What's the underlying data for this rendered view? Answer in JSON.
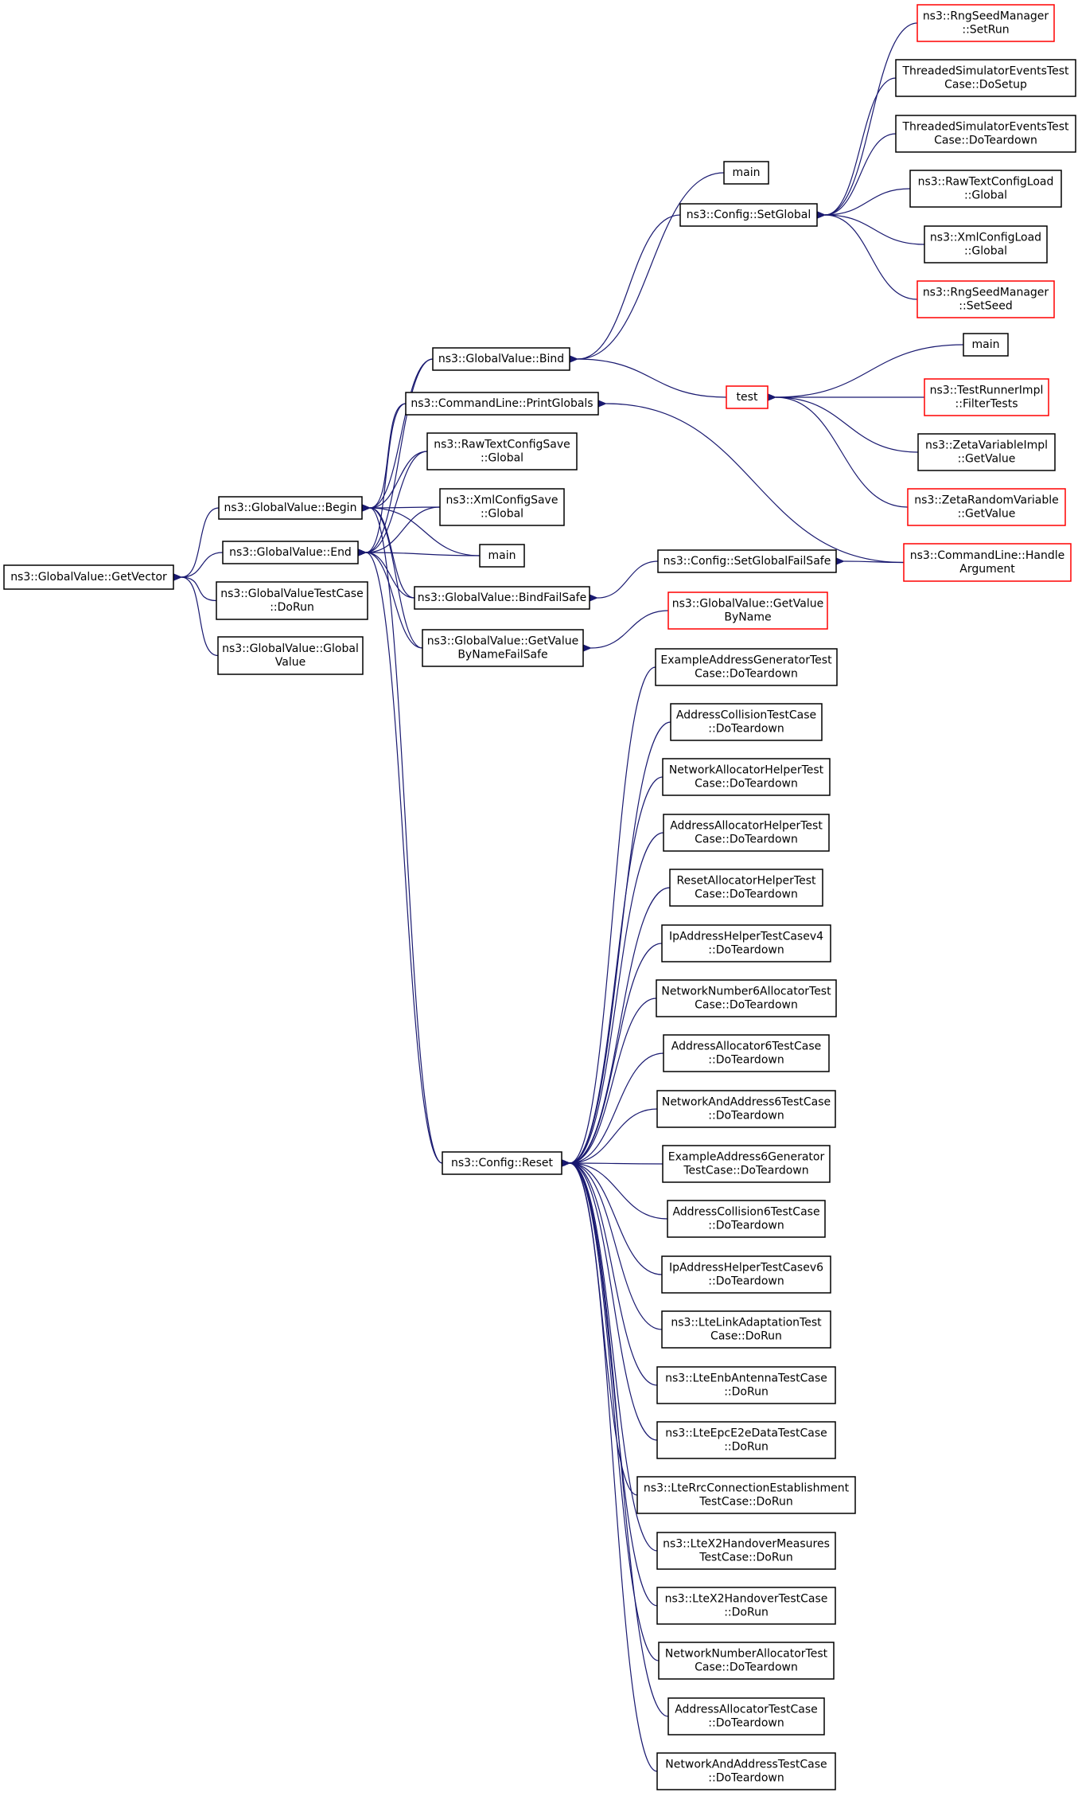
{
  "colors": {
    "edge": "#191970",
    "normal_border": "#000000",
    "truncated_border": "#ff0000",
    "focus_fill": "#bfbfbf"
  },
  "nodes": [
    {
      "id": "getvector",
      "lines": [
        "ns3::GlobalValue::GetVector"
      ],
      "style": "focus"
    },
    {
      "id": "begin",
      "lines": [
        "ns3::GlobalValue::Begin"
      ],
      "style": "normal"
    },
    {
      "id": "end",
      "lines": [
        "ns3::GlobalValue::End"
      ],
      "style": "normal"
    },
    {
      "id": "gvtc",
      "lines": [
        "ns3::GlobalValueTestCase",
        "::DoRun"
      ],
      "style": "normal"
    },
    {
      "id": "gvglobal",
      "lines": [
        "ns3::GlobalValue::Global",
        "Value"
      ],
      "style": "normal"
    },
    {
      "id": "bind",
      "lines": [
        "ns3::GlobalValue::Bind"
      ],
      "style": "normal"
    },
    {
      "id": "printglobals",
      "lines": [
        "ns3::CommandLine::PrintGlobals"
      ],
      "style": "normal"
    },
    {
      "id": "rawsave",
      "lines": [
        "ns3::RawTextConfigSave",
        "::Global"
      ],
      "style": "normal"
    },
    {
      "id": "xmlsave",
      "lines": [
        "ns3::XmlConfigSave",
        "::Global"
      ],
      "style": "normal"
    },
    {
      "id": "main_mid",
      "lines": [
        "main"
      ],
      "style": "normal"
    },
    {
      "id": "bindfailsafe",
      "lines": [
        "ns3::GlobalValue::BindFailSafe"
      ],
      "style": "normal"
    },
    {
      "id": "getvaluebynamefs",
      "lines": [
        "ns3::GlobalValue::GetValue",
        "ByNameFailSafe"
      ],
      "style": "normal"
    },
    {
      "id": "configreset",
      "lines": [
        "ns3::Config::Reset"
      ],
      "style": "normal"
    },
    {
      "id": "main_top",
      "lines": [
        "main"
      ],
      "style": "normal"
    },
    {
      "id": "setglobal",
      "lines": [
        "ns3::Config::SetGlobal"
      ],
      "style": "normal"
    },
    {
      "id": "test",
      "lines": [
        "test"
      ],
      "style": "truncated"
    },
    {
      "id": "setglobalfs",
      "lines": [
        "ns3::Config::SetGlobalFailSafe"
      ],
      "style": "normal"
    },
    {
      "id": "getvaluebyname",
      "lines": [
        "ns3::GlobalValue::GetValue",
        "ByName"
      ],
      "style": "truncated"
    },
    {
      "id": "handlearg",
      "lines": [
        "ns3::CommandLine::Handle",
        "Argument"
      ],
      "style": "truncated"
    },
    {
      "id": "rngsetrun",
      "lines": [
        "ns3::RngSeedManager",
        "::SetRun"
      ],
      "style": "truncated"
    },
    {
      "id": "tsetc_setup",
      "lines": [
        "ThreadedSimulatorEventsTest",
        "Case::DoSetup"
      ],
      "style": "normal"
    },
    {
      "id": "tsetc_teardown",
      "lines": [
        "ThreadedSimulatorEventsTest",
        "Case::DoTeardown"
      ],
      "style": "normal"
    },
    {
      "id": "rawload",
      "lines": [
        "ns3::RawTextConfigLoad",
        "::Global"
      ],
      "style": "normal"
    },
    {
      "id": "xmlload",
      "lines": [
        "ns3::XmlConfigLoad",
        "::Global"
      ],
      "style": "normal"
    },
    {
      "id": "rngsetseed",
      "lines": [
        "ns3::RngSeedManager",
        "::SetSeed"
      ],
      "style": "truncated"
    },
    {
      "id": "main_right",
      "lines": [
        "main"
      ],
      "style": "normal"
    },
    {
      "id": "filtertests",
      "lines": [
        "ns3::TestRunnerImpl",
        "::FilterTests"
      ],
      "style": "truncated"
    },
    {
      "id": "zetavarimpl",
      "lines": [
        "ns3::ZetaVariableImpl",
        "::GetValue"
      ],
      "style": "normal"
    },
    {
      "id": "zetarandvar",
      "lines": [
        "ns3::ZetaRandomVariable",
        "::GetValue"
      ],
      "style": "truncated"
    },
    {
      "id": "r0",
      "lines": [
        "ExampleAddressGeneratorTest",
        "Case::DoTeardown"
      ],
      "style": "normal"
    },
    {
      "id": "r1",
      "lines": [
        "AddressCollisionTestCase",
        "::DoTeardown"
      ],
      "style": "normal"
    },
    {
      "id": "r2",
      "lines": [
        "NetworkAllocatorHelperTest",
        "Case::DoTeardown"
      ],
      "style": "normal"
    },
    {
      "id": "r3",
      "lines": [
        "AddressAllocatorHelperTest",
        "Case::DoTeardown"
      ],
      "style": "normal"
    },
    {
      "id": "r4",
      "lines": [
        "ResetAllocatorHelperTest",
        "Case::DoTeardown"
      ],
      "style": "normal"
    },
    {
      "id": "r5",
      "lines": [
        "IpAddressHelperTestCasev4",
        "::DoTeardown"
      ],
      "style": "normal"
    },
    {
      "id": "r6",
      "lines": [
        "NetworkNumber6AllocatorTest",
        "Case::DoTeardown"
      ],
      "style": "normal"
    },
    {
      "id": "r7",
      "lines": [
        "AddressAllocator6TestCase",
        "::DoTeardown"
      ],
      "style": "normal"
    },
    {
      "id": "r8",
      "lines": [
        "NetworkAndAddress6TestCase",
        "::DoTeardown"
      ],
      "style": "normal"
    },
    {
      "id": "r9",
      "lines": [
        "ExampleAddress6Generator",
        "TestCase::DoTeardown"
      ],
      "style": "normal"
    },
    {
      "id": "r10",
      "lines": [
        "AddressCollision6TestCase",
        "::DoTeardown"
      ],
      "style": "normal"
    },
    {
      "id": "r11",
      "lines": [
        "IpAddressHelperTestCasev6",
        "::DoTeardown"
      ],
      "style": "normal"
    },
    {
      "id": "r12",
      "lines": [
        "ns3::LteLinkAdaptationTest",
        "Case::DoRun"
      ],
      "style": "normal"
    },
    {
      "id": "r13",
      "lines": [
        "ns3::LteEnbAntennaTestCase",
        "::DoRun"
      ],
      "style": "normal"
    },
    {
      "id": "r14",
      "lines": [
        "ns3::LteEpcE2eDataTestCase",
        "::DoRun"
      ],
      "style": "normal"
    },
    {
      "id": "r15",
      "lines": [
        "ns3::LteRrcConnectionEstablishment",
        "TestCase::DoRun"
      ],
      "style": "normal"
    },
    {
      "id": "r16",
      "lines": [
        "ns3::LteX2HandoverMeasures",
        "TestCase::DoRun"
      ],
      "style": "normal"
    },
    {
      "id": "r17",
      "lines": [
        "ns3::LteX2HandoverTestCase",
        "::DoRun"
      ],
      "style": "normal"
    },
    {
      "id": "r18",
      "lines": [
        "NetworkNumberAllocatorTest",
        "Case::DoTeardown"
      ],
      "style": "normal"
    },
    {
      "id": "r19",
      "lines": [
        "AddressAllocatorTestCase",
        "::DoTeardown"
      ],
      "style": "normal"
    },
    {
      "id": "r20",
      "lines": [
        "NetworkAndAddressTestCase",
        "::DoTeardown"
      ],
      "style": "normal"
    }
  ],
  "edges": [
    {
      "from": "begin",
      "to": "getvector"
    },
    {
      "from": "end",
      "to": "getvector"
    },
    {
      "from": "gvtc",
      "to": "getvector"
    },
    {
      "from": "gvglobal",
      "to": "getvector"
    },
    {
      "from": "bind",
      "to": "begin"
    },
    {
      "from": "printglobals",
      "to": "begin"
    },
    {
      "from": "rawsave",
      "to": "begin"
    },
    {
      "from": "xmlsave",
      "to": "begin"
    },
    {
      "from": "main_mid",
      "to": "begin"
    },
    {
      "from": "bindfailsafe",
      "to": "begin"
    },
    {
      "from": "getvaluebynamefs",
      "to": "begin"
    },
    {
      "from": "configreset",
      "to": "begin"
    },
    {
      "from": "bind",
      "to": "end"
    },
    {
      "from": "printglobals",
      "to": "end"
    },
    {
      "from": "rawsave",
      "to": "end"
    },
    {
      "from": "xmlsave",
      "to": "end"
    },
    {
      "from": "main_mid",
      "to": "end"
    },
    {
      "from": "bindfailsafe",
      "to": "end"
    },
    {
      "from": "getvaluebynamefs",
      "to": "end"
    },
    {
      "from": "configreset",
      "to": "end"
    },
    {
      "from": "main_top",
      "to": "bind"
    },
    {
      "from": "setglobal",
      "to": "bind"
    },
    {
      "from": "test",
      "to": "bind"
    },
    {
      "from": "rngsetrun",
      "to": "setglobal"
    },
    {
      "from": "tsetc_setup",
      "to": "setglobal"
    },
    {
      "from": "tsetc_teardown",
      "to": "setglobal"
    },
    {
      "from": "rawload",
      "to": "setglobal"
    },
    {
      "from": "xmlload",
      "to": "setglobal"
    },
    {
      "from": "rngsetseed",
      "to": "setglobal"
    },
    {
      "from": "main_right",
      "to": "test"
    },
    {
      "from": "filtertests",
      "to": "test"
    },
    {
      "from": "zetavarimpl",
      "to": "test"
    },
    {
      "from": "zetarandvar",
      "to": "test"
    },
    {
      "from": "handlearg",
      "to": "printglobals"
    },
    {
      "from": "setglobalfs",
      "to": "bindfailsafe"
    },
    {
      "from": "handlearg",
      "to": "setglobalfs"
    },
    {
      "from": "getvaluebyname",
      "to": "getvaluebynamefs"
    },
    {
      "from": "r0",
      "to": "configreset"
    },
    {
      "from": "r1",
      "to": "configreset"
    },
    {
      "from": "r2",
      "to": "configreset"
    },
    {
      "from": "r3",
      "to": "configreset"
    },
    {
      "from": "r4",
      "to": "configreset"
    },
    {
      "from": "r5",
      "to": "configreset"
    },
    {
      "from": "r6",
      "to": "configreset"
    },
    {
      "from": "r7",
      "to": "configreset"
    },
    {
      "from": "r8",
      "to": "configreset"
    },
    {
      "from": "r9",
      "to": "configreset"
    },
    {
      "from": "r10",
      "to": "configreset"
    },
    {
      "from": "r11",
      "to": "configreset"
    },
    {
      "from": "r12",
      "to": "configreset"
    },
    {
      "from": "r13",
      "to": "configreset"
    },
    {
      "from": "r14",
      "to": "configreset"
    },
    {
      "from": "r15",
      "to": "configreset"
    },
    {
      "from": "r16",
      "to": "configreset"
    },
    {
      "from": "r17",
      "to": "configreset"
    },
    {
      "from": "r18",
      "to": "configreset"
    },
    {
      "from": "r19",
      "to": "configreset"
    },
    {
      "from": "r20",
      "to": "configreset"
    }
  ]
}
